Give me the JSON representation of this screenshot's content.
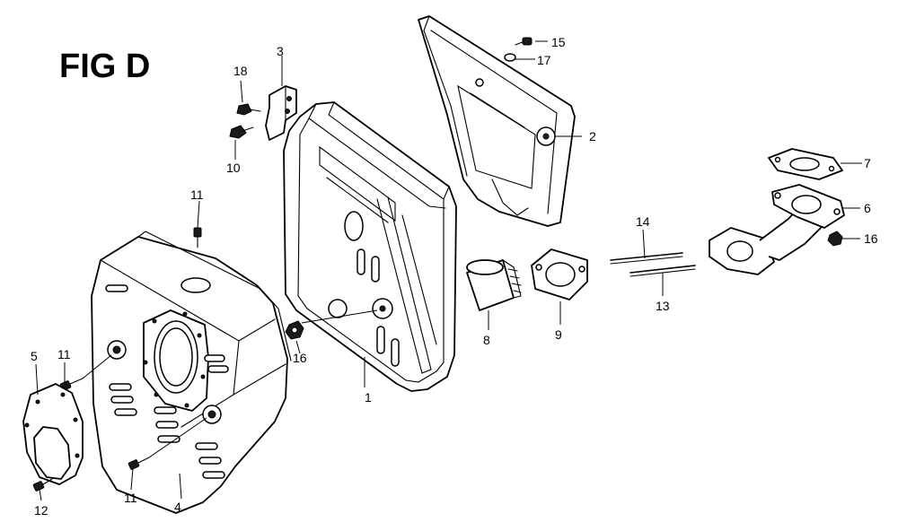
{
  "figure": {
    "title": "FIG D"
  },
  "callouts": [
    {
      "id": "c1",
      "label": "1"
    },
    {
      "id": "c2",
      "label": "2"
    },
    {
      "id": "c3",
      "label": "3"
    },
    {
      "id": "c4",
      "label": "4"
    },
    {
      "id": "c5",
      "label": "5"
    },
    {
      "id": "c6",
      "label": "6"
    },
    {
      "id": "c7",
      "label": "7"
    },
    {
      "id": "c8",
      "label": "8"
    },
    {
      "id": "c9",
      "label": "9"
    },
    {
      "id": "c10",
      "label": "10"
    },
    {
      "id": "c11a",
      "label": "11"
    },
    {
      "id": "c11b",
      "label": "11"
    },
    {
      "id": "c11c",
      "label": "11"
    },
    {
      "id": "c12",
      "label": "12"
    },
    {
      "id": "c13",
      "label": "13"
    },
    {
      "id": "c14",
      "label": "14"
    },
    {
      "id": "c15",
      "label": "15"
    },
    {
      "id": "c16a",
      "label": "16"
    },
    {
      "id": "c16b",
      "label": "16"
    },
    {
      "id": "c17",
      "label": "17"
    },
    {
      "id": "c18",
      "label": "18"
    }
  ]
}
